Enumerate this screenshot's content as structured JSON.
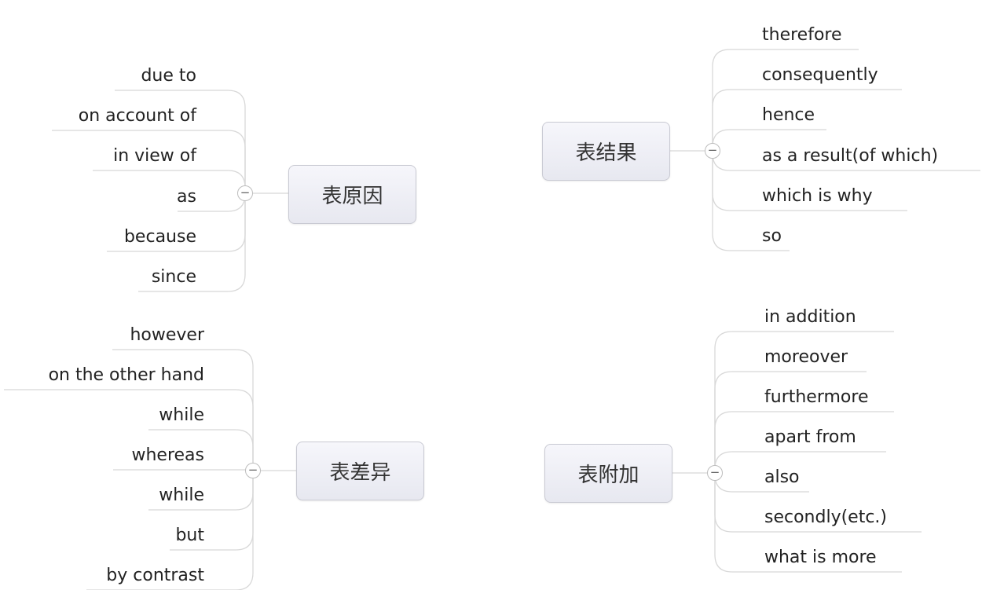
{
  "colors": {
    "line": "#d8d8d8",
    "node_fill": "#ececf3",
    "node_border": "#c9cad3",
    "text": "#222222"
  },
  "toggle_symbol": "−",
  "topics": [
    {
      "key": "cause",
      "title": "表原因",
      "items": [
        "due to",
        "on account of",
        "in view of",
        "as",
        "because",
        "since"
      ]
    },
    {
      "key": "result",
      "title": "表结果",
      "items": [
        "therefore",
        "consequently",
        "hence",
        "as a result(of which)",
        "which is why",
        "so"
      ]
    },
    {
      "key": "contrast",
      "title": "表差异",
      "items": [
        "however",
        "on the other hand",
        "while",
        "whereas",
        "while",
        "but",
        "by contrast"
      ]
    },
    {
      "key": "addition",
      "title": "表附加",
      "items": [
        "in addition",
        "moreover",
        "furthermore",
        "apart from",
        "also",
        "secondly(etc.)",
        "what is more"
      ]
    }
  ]
}
